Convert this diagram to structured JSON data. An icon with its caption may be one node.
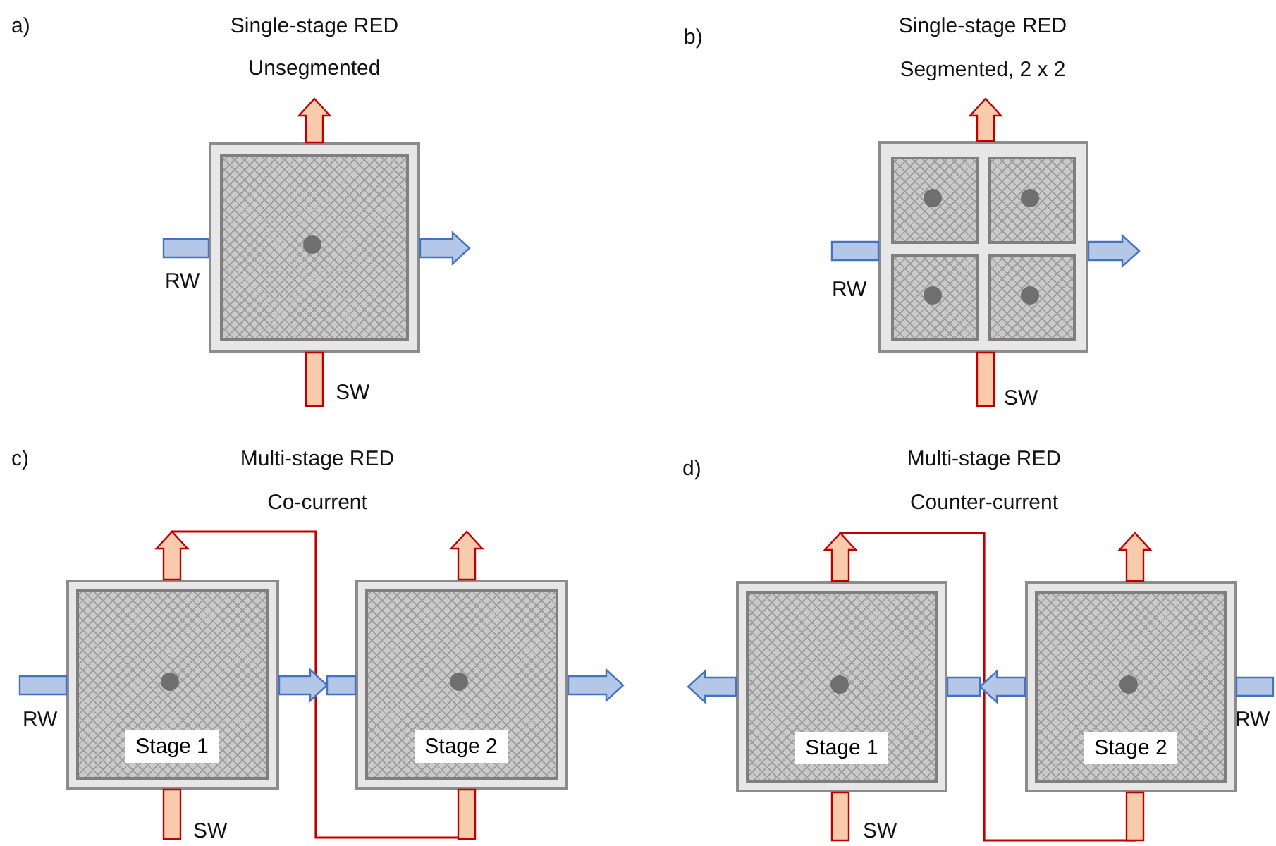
{
  "diagram": {
    "nodes": [
      {
        "text": [],
        "shape": "box"
      },
      {
        "text": [],
        "shape": "box"
      },
      {
        "text": [],
        "shape": "box",
        "in": 1
      },
      {
        "text": [],
        "shape": "box",
        "in": 1
      },
      {
        "text": [],
        "shape": "box",
        "in": 1
      },
      {
        "text": [],
        "shape": "box",
        "in": 1
      },
      {
        "text": [],
        "shape": "box"
      },
      {
        "text": [
          "Stage 1"
        ],
        "in": 6
      },
      {
        "text": [],
        "shape": "box"
      },
      {
        "text": [
          "Stage 2"
        ],
        "in": 8
      },
      {
        "text": [],
        "shape": "box"
      },
      {
        "text": [
          "Stage 1"
        ],
        "in": 10
      },
      {
        "text": [],
        "shape": "box"
      },
      {
        "text": [
          "Stage 2"
        ],
        "in": 12
      }
    ],
    "edges": [
      {
        "from": null,
        "to": 0,
        "arrow": "none",
        "label": "RW",
        "color": "#b4c7e7"
      },
      {
        "from": 0,
        "to": null,
        "arrow": "to",
        "color": "#b4c7e7"
      },
      {
        "from": null,
        "to": 0,
        "arrow": "none",
        "label": "SW",
        "color": "#f8cbad"
      },
      {
        "from": 0,
        "to": null,
        "arrow": "to",
        "color": "#f8cbad"
      },
      {
        "from": null,
        "to": 1,
        "arrow": "none",
        "label": "RW",
        "color": "#b4c7e7"
      },
      {
        "from": 1,
        "to": null,
        "arrow": "to",
        "color": "#b4c7e7"
      },
      {
        "from": null,
        "to": 1,
        "arrow": "none",
        "label": "SW",
        "color": "#f8cbad"
      },
      {
        "from": 1,
        "to": null,
        "arrow": "to",
        "color": "#f8cbad"
      },
      {
        "from": null,
        "to": 6,
        "arrow": "none",
        "label": "RW",
        "color": "#b4c7e7"
      },
      {
        "from": 6,
        "to": 8,
        "arrow": "to",
        "color": "#b4c7e7"
      },
      {
        "from": 8,
        "to": null,
        "arrow": "to",
        "color": "#b4c7e7"
      },
      {
        "from": null,
        "to": 6,
        "arrow": "none",
        "label": "SW",
        "color": "#f8cbad"
      },
      {
        "from": 6,
        "to": null,
        "arrow": "to",
        "color": "#f8cbad"
      },
      {
        "from": 6,
        "to": 8,
        "arrow": "none",
        "color": "#c00000"
      },
      {
        "from": null,
        "to": 8,
        "arrow": "none",
        "color": "#f8cbad"
      },
      {
        "from": 8,
        "to": null,
        "arrow": "to",
        "color": "#f8cbad"
      },
      {
        "from": null,
        "to": 12,
        "arrow": "none",
        "label": "RW",
        "color": "#b4c7e7"
      },
      {
        "from": 12,
        "to": 10,
        "arrow": "to",
        "color": "#b4c7e7"
      },
      {
        "from": 10,
        "to": null,
        "arrow": "to",
        "color": "#b4c7e7"
      },
      {
        "from": null,
        "to": 10,
        "arrow": "none",
        "label": "SW",
        "color": "#f8cbad"
      },
      {
        "from": 10,
        "to": null,
        "arrow": "to",
        "color": "#f8cbad"
      },
      {
        "from": 10,
        "to": 12,
        "arrow": "none",
        "color": "#c00000"
      },
      {
        "from": null,
        "to": 12,
        "arrow": "none",
        "color": "#f8cbad"
      },
      {
        "from": 12,
        "to": null,
        "arrow": "to",
        "color": "#f8cbad"
      }
    ],
    "labels": [
      "a)",
      "Single-stage RED",
      "Unsegmented",
      "b)",
      "Single-stage RED",
      "Segmented, 2 x 2",
      "c)",
      "Multi-stage RED",
      "Co-current",
      "d)",
      "Multi-stage RED",
      "Counter-current"
    ]
  }
}
